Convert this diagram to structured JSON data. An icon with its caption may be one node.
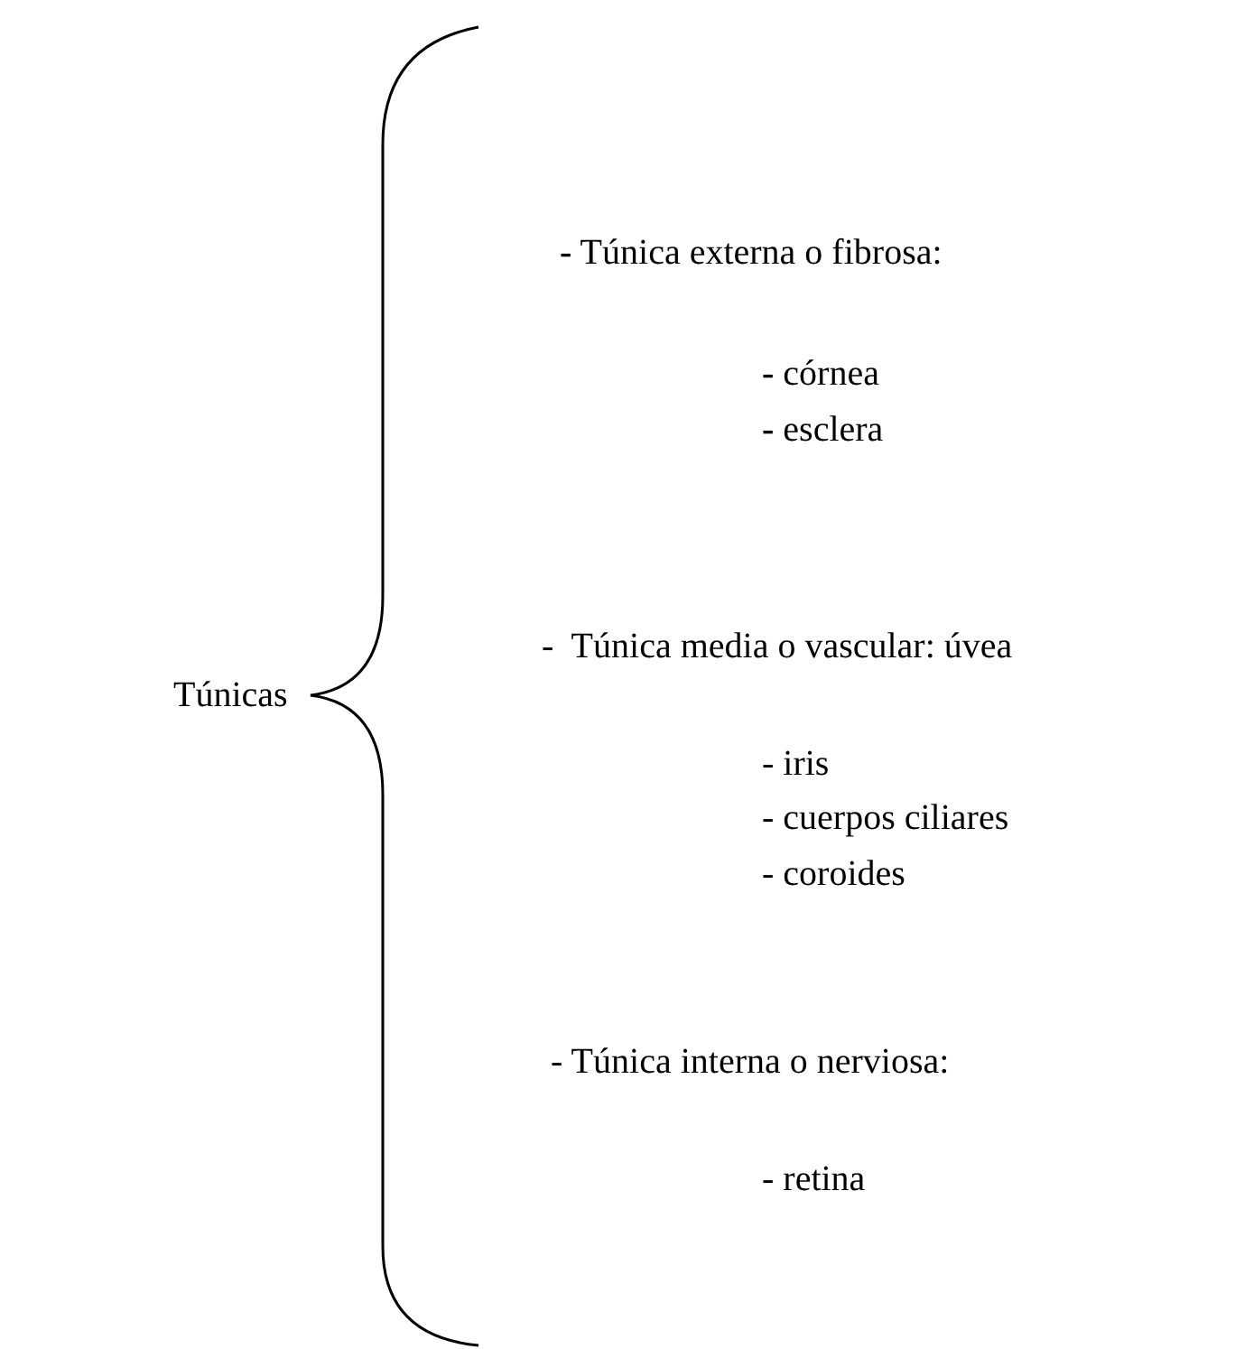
{
  "diagram": {
    "labels": [
      "Túnicas",
      "**-** Túnica externa o fibrosa:",
      "**-** córnea",
      "**-** esclera",
      "-  Túnica media o vascular: úvea",
      "- iris",
      "- cuerpos ciliares",
      "- coroides",
      "- Túnica interna o nerviosa:",
      "- retina"
    ]
  }
}
